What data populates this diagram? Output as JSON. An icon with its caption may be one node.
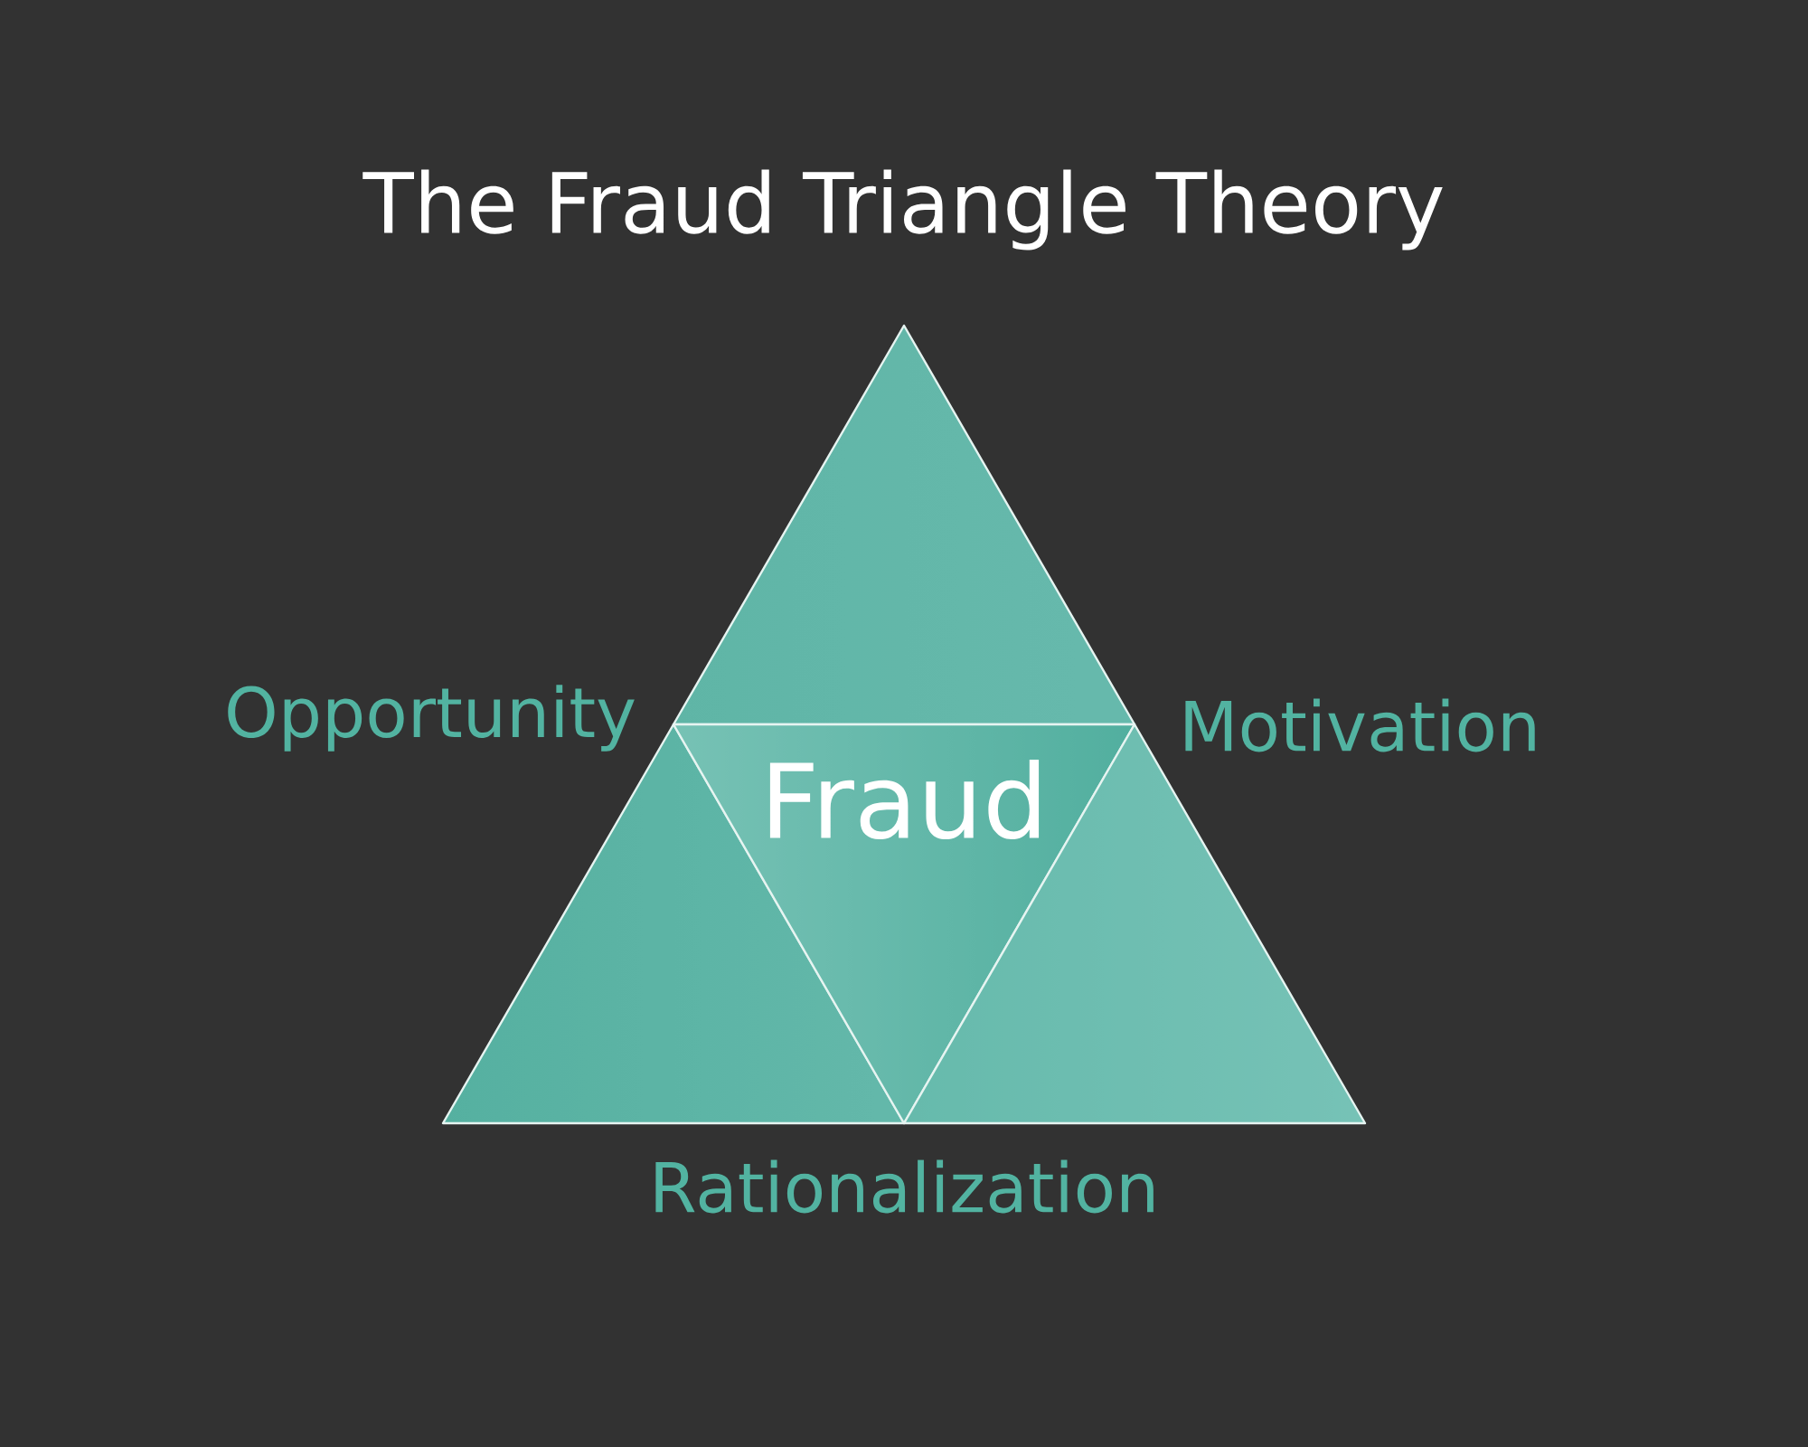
{
  "diagram": {
    "title": "The Fraud Triangle Theory",
    "nodes": [
      {
        "text": [],
        "shape": "triangle"
      },
      {
        "text": [],
        "shape": "triangle"
      },
      {
        "text": [
          "Fraud"
        ]
      },
      {
        "text": [],
        "shape": "triangle"
      }
    ],
    "edges": [],
    "labels": [
      "Opportunity",
      "Motivation",
      "Rationalization"
    ]
  }
}
